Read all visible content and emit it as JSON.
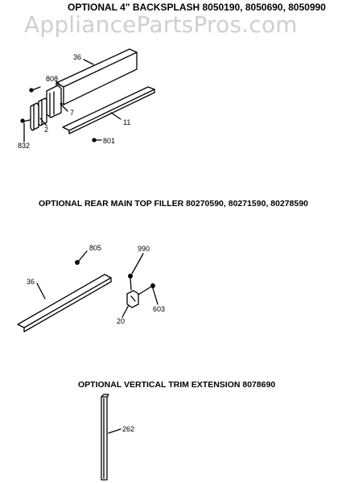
{
  "watermark": "AppliancePartsPros.com",
  "sections": [
    {
      "title": "OPTIONAL 4\" BACKSPLASH 8050190, 8050690, 8050990",
      "callouts": [
        "36",
        "808",
        "7",
        "11",
        "2",
        "832",
        "801"
      ]
    },
    {
      "title": "OPTIONAL REAR MAIN TOP FILLER 80270590, 80271590, 80278590",
      "callouts": [
        "805",
        "990",
        "36",
        "603",
        "20"
      ]
    },
    {
      "title": "OPTIONAL VERTICAL TRIM EXTENSION 8078690",
      "callouts": [
        "262"
      ]
    }
  ]
}
